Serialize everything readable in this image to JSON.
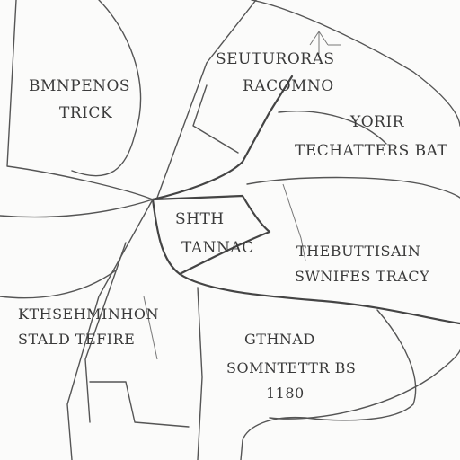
{
  "labels": {
    "nw_1": "BMNPENOS",
    "nw_2": "TRICK",
    "n_1": "SEUTURORAS",
    "n_2": "RACOMNO",
    "ne_1": "YORIR",
    "ne_2": "TECHATTERS BAT",
    "c_1": "SHTH",
    "c_2": "TANNAC",
    "e_1": "THEBUTTISAIN",
    "e_2": "SWNIFES TRACY",
    "sw_1": "KTHSEHMINHON",
    "sw_2": "STALD TEFIRE",
    "s_1": "GTHNAD",
    "s_2": "SOMNTETTR BS",
    "s_3": "1180"
  },
  "icons": {
    "north_arrow": "north-arrow-icon"
  }
}
